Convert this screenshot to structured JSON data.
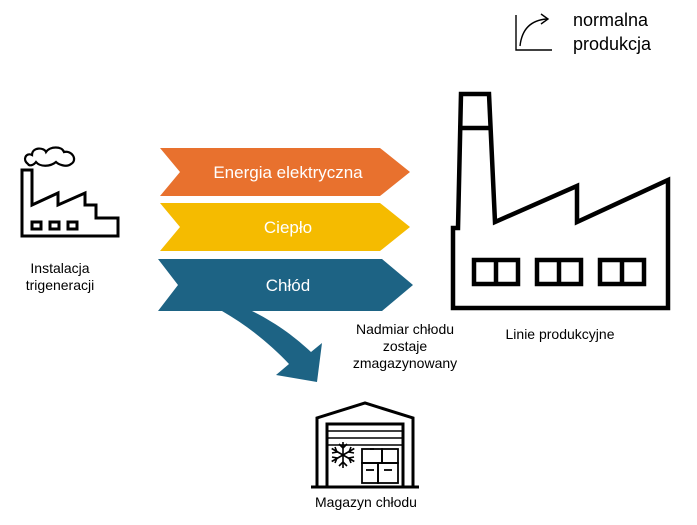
{
  "legend": {
    "icon": "trend-up-icon",
    "line1": "normalna",
    "line2": "produkcja"
  },
  "source": {
    "icon": "factory-small-icon",
    "line1": "Instalacja",
    "line2": "trigeneracji"
  },
  "flows": [
    {
      "label": "Energia elektryczna",
      "color": "#e8712e"
    },
    {
      "label": "Ciepło",
      "color": "#f5bb00"
    },
    {
      "label": "Chłód",
      "color": "#1d6384"
    }
  ],
  "storage_note": {
    "line1": "Nadmiar chłodu",
    "line2": "zostaje",
    "line3": "zmagazynowany"
  },
  "storage": {
    "icon": "cold-warehouse-icon",
    "label": "Magazyn chłodu"
  },
  "target": {
    "icon": "factory-large-icon",
    "label": "Linie produkcyjne"
  }
}
